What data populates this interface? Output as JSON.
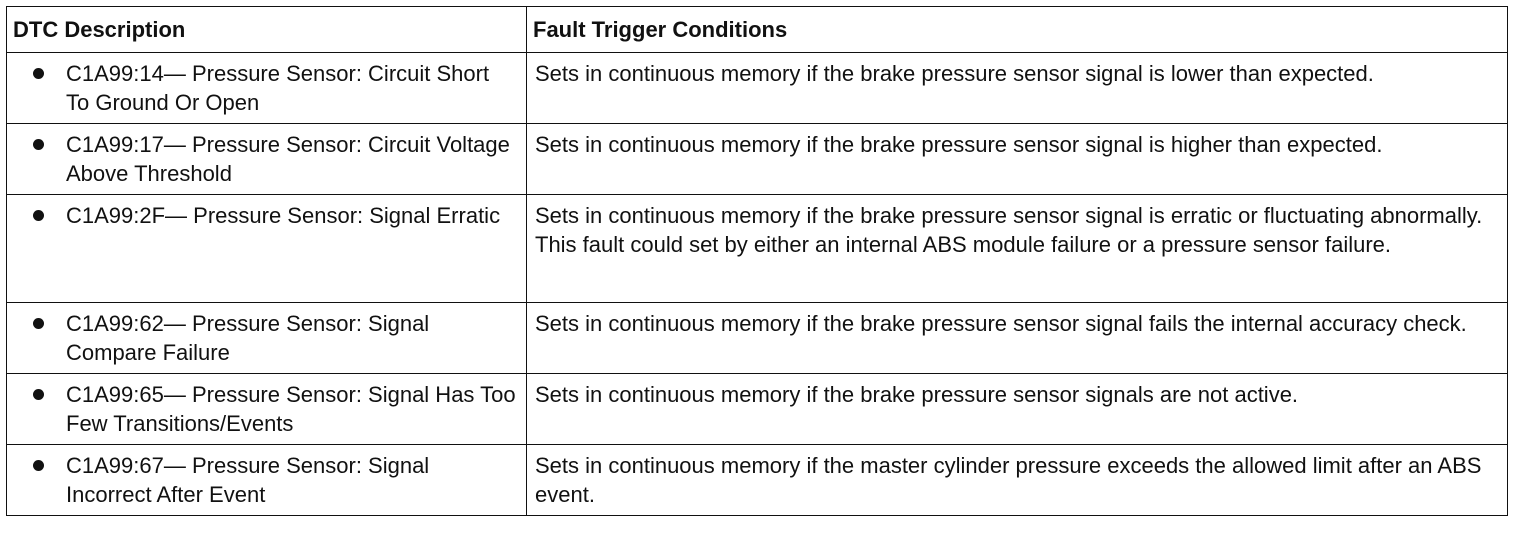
{
  "table": {
    "headers": {
      "description": "DTC Description",
      "conditions": "Fault Trigger Conditions"
    },
    "rows": [
      {
        "description": "C1A99:14— Pressure Sensor: Circuit Short To Ground Or Open",
        "conditions": "Sets in continuous memory if the brake pressure sensor signal is lower than expected."
      },
      {
        "description": "C1A99:17— Pressure Sensor: Circuit Voltage Above Threshold",
        "conditions": "Sets in continuous memory if the brake pressure sensor signal is higher than expected."
      },
      {
        "description": "C1A99:2F— Pressure Sensor: Signal Erratic",
        "conditions": "Sets in continuous memory if the brake pressure sensor signal is erratic or fluctuating abnormally. This fault could set by either an internal ABS module failure or a pressure sensor failure."
      },
      {
        "description": "C1A99:62— Pressure Sensor: Signal Compare Failure",
        "conditions": "Sets in continuous memory if the brake pressure sensor signal fails the internal accuracy check."
      },
      {
        "description": "C1A99:65— Pressure Sensor: Signal Has Too Few Transitions/Events",
        "conditions": "Sets in continuous memory if the brake pressure sensor signals are not active."
      },
      {
        "description": "C1A99:67— Pressure Sensor: Signal Incorrect After Event",
        "conditions": "Sets in continuous memory if the master cylinder pressure exceeds the allowed limit after an ABS event."
      }
    ]
  }
}
